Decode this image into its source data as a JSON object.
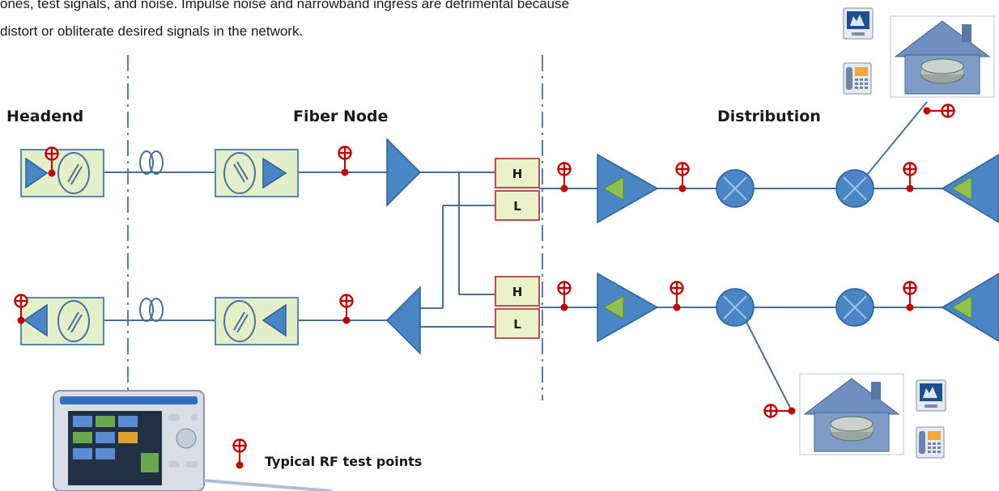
{
  "intro": {
    "line1": "ones, test signals, and noise. Impulse noise and narrowband ingress are detrimental because",
    "line2": "distort or obliterate desired signals in the network."
  },
  "sections": {
    "headend": "Headend",
    "fiber_node": "Fiber Node",
    "distribution": "Distribution"
  },
  "diplexer": {
    "high": "H",
    "low": "L"
  },
  "legend": {
    "test_point_label": "Typical RF test points"
  },
  "colors": {
    "test_point": "#c00000",
    "amplifier": "#4a86c5",
    "amp_inner": "#8fc050",
    "node_box": "#e3efc9",
    "wire": "#4a6f99",
    "divider": "#5b7fb0"
  },
  "icons": {
    "test_point": "rf-test-point-icon",
    "house": "house-icon",
    "router": "router-icon",
    "tv": "tv-icon",
    "phone": "phone-icon",
    "meter": "signal-meter-icon",
    "optical_coil": "fiber-coil-icon"
  }
}
